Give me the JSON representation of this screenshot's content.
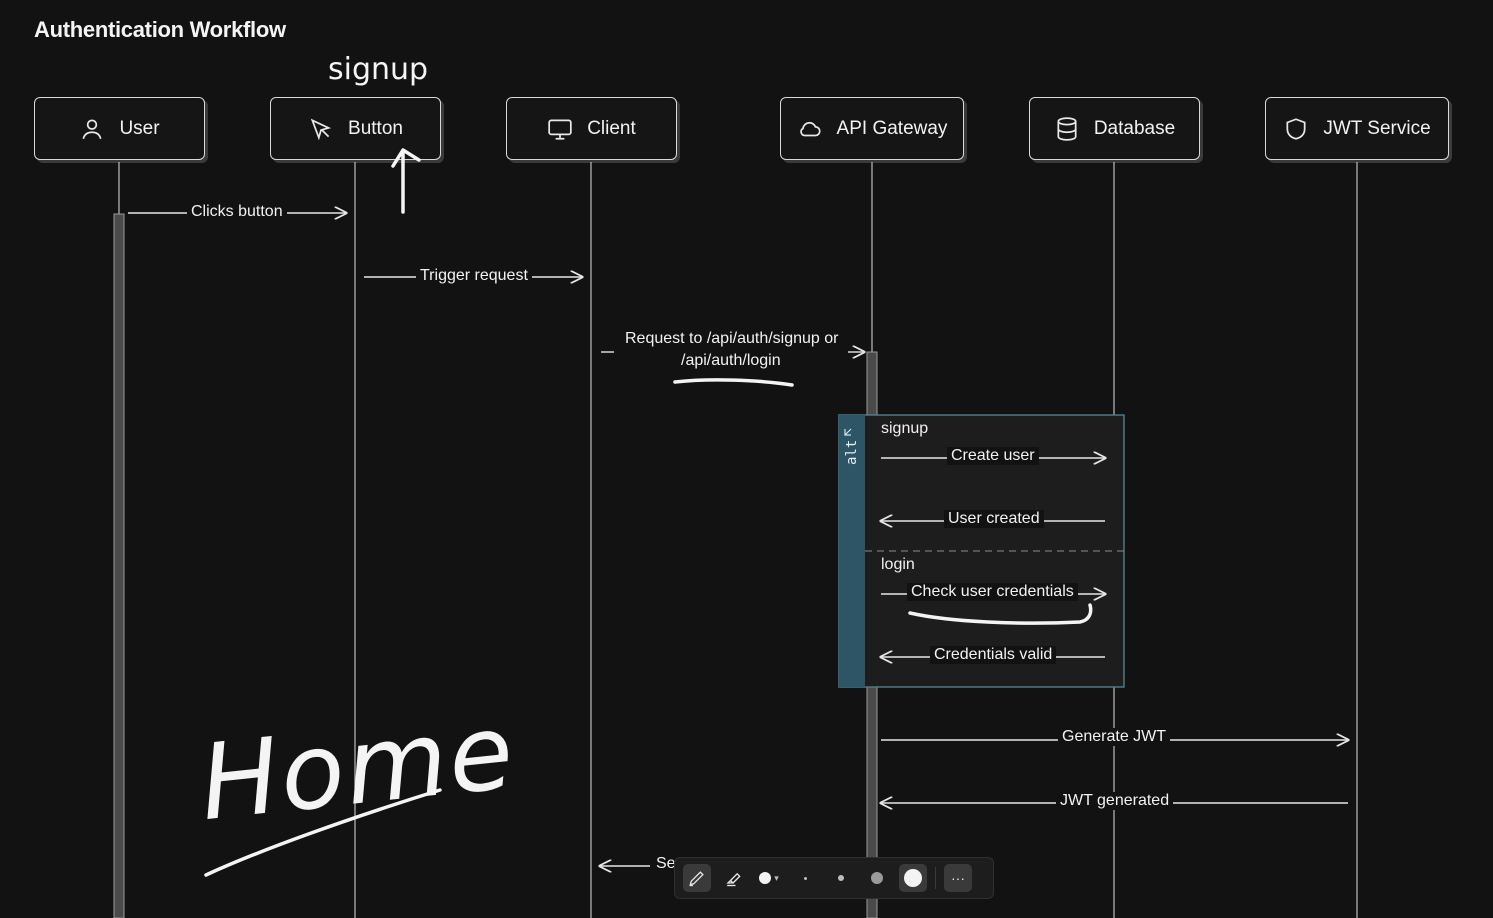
{
  "title": "Authentication Workflow",
  "annotations": {
    "signup_handwritten": "signup",
    "home_handwritten": "Home"
  },
  "actors": [
    {
      "label": "User",
      "icon": "user-icon"
    },
    {
      "label": "Button",
      "icon": "cursor-icon"
    },
    {
      "label": "Client",
      "icon": "monitor-icon"
    },
    {
      "label": "API Gateway",
      "icon": "cloud-icon"
    },
    {
      "label": "Database",
      "icon": "database-icon"
    },
    {
      "label": "JWT Service",
      "icon": "shield-icon"
    }
  ],
  "messages": {
    "clicks_button": "Clicks button",
    "trigger_request": "Trigger request",
    "request_line1": "Request to /api/auth/signup or",
    "request_line2": "/api/auth/login",
    "create_user": "Create user",
    "user_created": "User created",
    "check_credentials": "Check user credentials",
    "credentials_valid": "Credentials valid",
    "generate_jwt": "Generate JWT",
    "jwt_generated": "JWT generated",
    "partial_se": "Se"
  },
  "alt_block": {
    "tag": "alt",
    "section1": "signup",
    "section2": "login"
  },
  "toolbar": {
    "tools": [
      "pen-icon",
      "highlighter-icon",
      "color-dot-icon",
      "size-xs",
      "size-s",
      "size-m",
      "size-l",
      "more-icon"
    ],
    "more_label": "···"
  },
  "colors": {
    "background": "#121212",
    "alt_fill": "#2d5566",
    "alt_border": "#4f7f8f",
    "line": "#cfcfcf"
  }
}
